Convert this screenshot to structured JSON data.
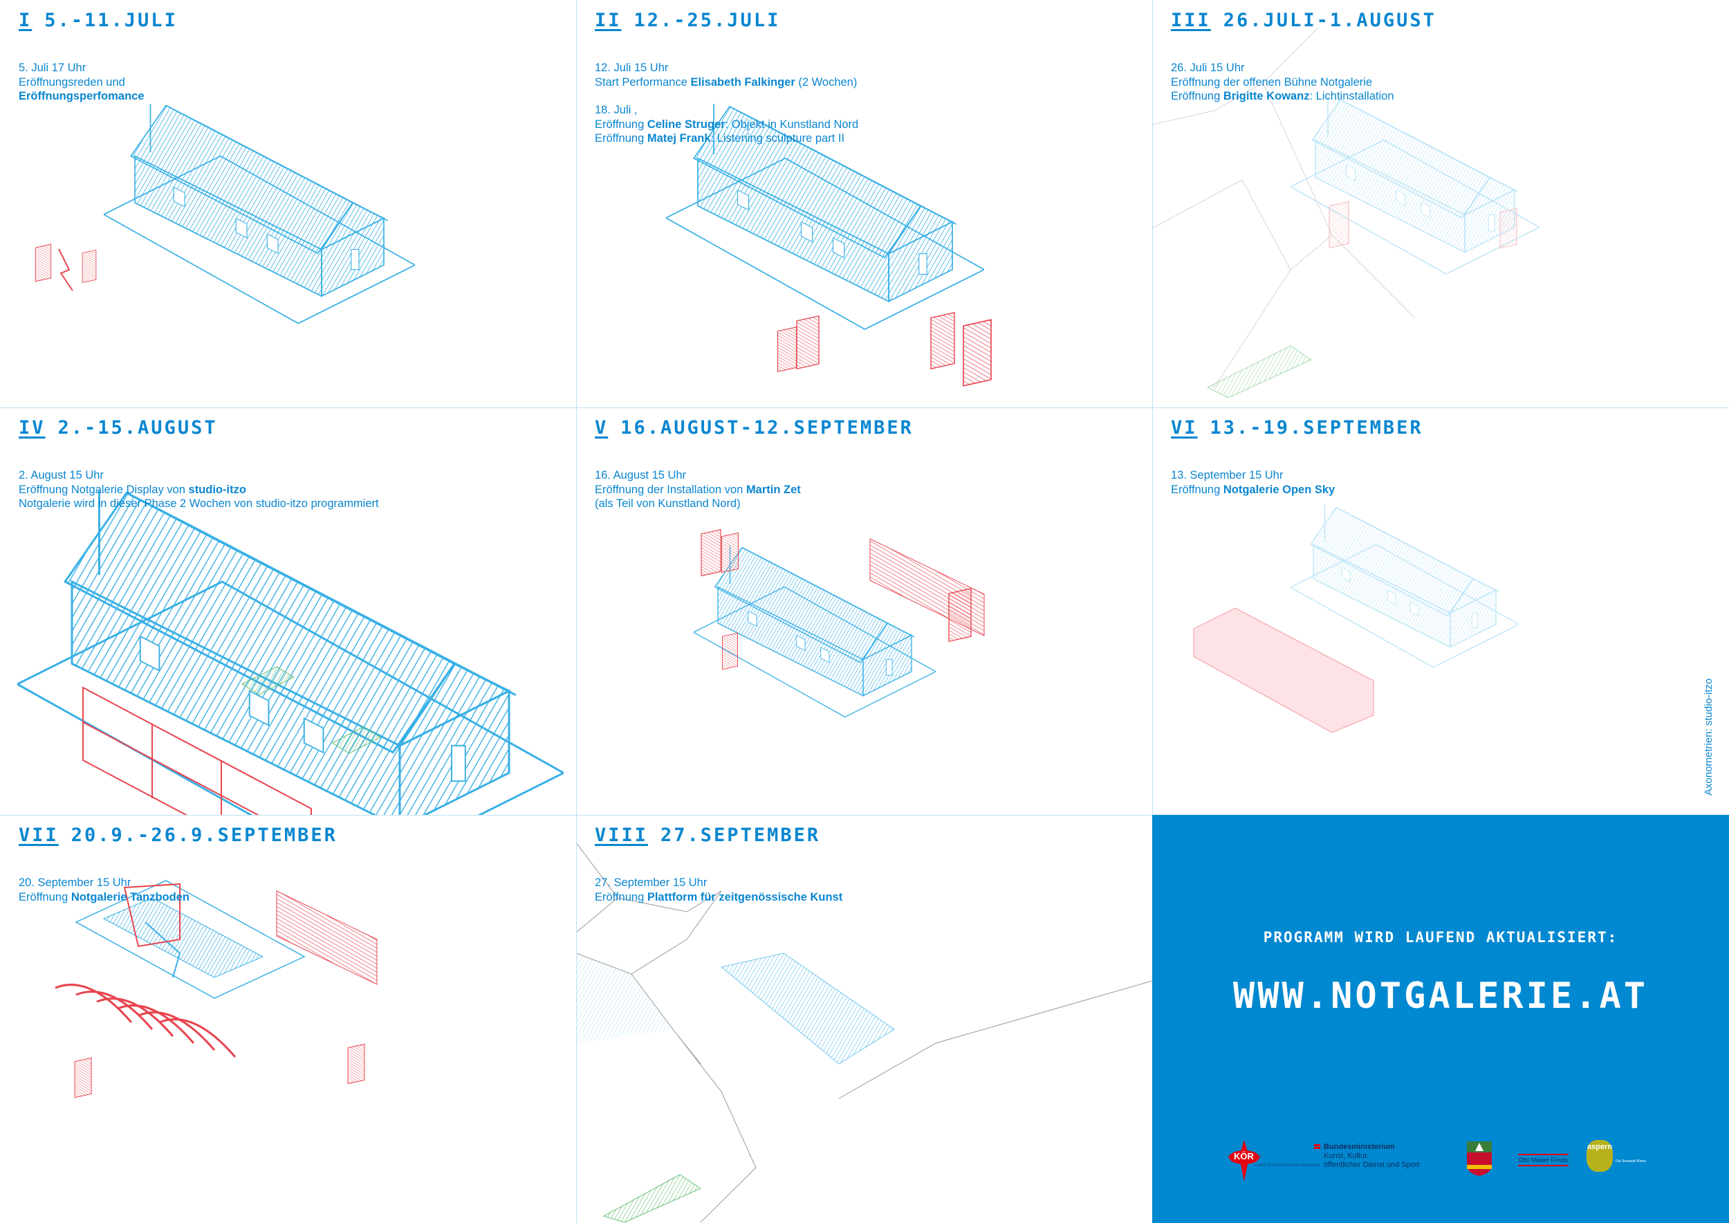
{
  "sections": [
    {
      "numeral": "I",
      "dates": "5.-11.JULI",
      "lines": [
        [
          {
            "t": "5. Juli 17 Uhr"
          }
        ],
        [
          {
            "t": "Eröffnungsreden und"
          }
        ],
        [
          {
            "t": "Eröffnungsperfomance",
            "b": true
          }
        ]
      ]
    },
    {
      "numeral": "II",
      "dates": "12.-25.JULI",
      "lines": [
        [
          {
            "t": "12. Juli 15 Uhr"
          }
        ],
        [
          {
            "t": "Start Performance "
          },
          {
            "t": "Elisabeth Falkinger",
            "b": true
          },
          {
            "t": " (2 Wochen)"
          }
        ],
        [],
        [
          {
            "t": "18. Juli ,"
          }
        ],
        [
          {
            "t": "Eröffnung "
          },
          {
            "t": "Celine Struger",
            "b": true
          },
          {
            "t": ": Objekt in Kunstland Nord"
          }
        ],
        [
          {
            "t": "Eröffnung "
          },
          {
            "t": "Matej Frank",
            "b": true
          },
          {
            "t": ": Listening sculpture part II"
          }
        ]
      ]
    },
    {
      "numeral": "III",
      "dates": "26.JULI-1.AUGUST",
      "lines": [
        [
          {
            "t": "26. Juli 15 Uhr"
          }
        ],
        [
          {
            "t": "Eröffnung der offenen Bühne Notgalerie"
          }
        ],
        [
          {
            "t": "Eröffnung "
          },
          {
            "t": "Brigitte Kowanz",
            "b": true
          },
          {
            "t": ": Lichtinstallation"
          }
        ]
      ]
    },
    {
      "numeral": "IV",
      "dates": "2.-15.AUGUST",
      "lines": [
        [
          {
            "t": "2. August 15 Uhr"
          }
        ],
        [
          {
            "t": "Eröffnung Notgalerie Display von "
          },
          {
            "t": "studio-itzo",
            "b": true
          }
        ],
        [
          {
            "t": "Notgalerie wird in dieser Phase 2 Wochen von studio-itzo programmiert"
          }
        ]
      ]
    },
    {
      "numeral": "V",
      "dates": "16.AUGUST-12.SEPTEMBER",
      "lines": [
        [
          {
            "t": "16. August 15 Uhr"
          }
        ],
        [
          {
            "t": "Eröffnung der Installation von "
          },
          {
            "t": "Martin Zet",
            "b": true
          }
        ],
        [
          {
            "t": "(als Teil von  Kunstland Nord)"
          }
        ]
      ]
    },
    {
      "numeral": "VI",
      "dates": "13.-19.SEPTEMBER",
      "lines": [
        [
          {
            "t": "13. September 15 Uhr"
          }
        ],
        [
          {
            "t": "Eröffnung "
          },
          {
            "t": "Notgalerie Open Sky",
            "b": true
          }
        ]
      ]
    },
    {
      "numeral": "VII",
      "dates": "20.9.-26.9.SEPTEMBER",
      "lines": [
        [
          {
            "t": "20. September 15 Uhr"
          }
        ],
        [
          {
            "t": "Eröffnung "
          },
          {
            "t": "Notgalerie Tanzboden",
            "b": true
          }
        ]
      ]
    },
    {
      "numeral": "VIII",
      "dates": "27.SEPTEMBER",
      "lines": [
        [
          {
            "t": "27. September 15 Uhr"
          }
        ],
        [
          {
            "t": "Eröffnung "
          },
          {
            "t": "Plattform für zeitgenössische Kunst",
            "b": true
          }
        ]
      ]
    }
  ],
  "panel": {
    "subtitle": "PROGRAMM WIRD LAUFEND AKTUALISIERT:",
    "url": "WWW.NOTGALERIE.AT",
    "logos": {
      "kor": "KÖR",
      "kor_sub": "KUNST IM ÖFFENTLICHEN RAUM WIEN",
      "ministry_1": "Bundesministerium",
      "ministry_2": "Kunst, Kultur,",
      "ministry_3": "öffentlicher Dienst und Sport",
      "otto": "Otto Mauer Fonds",
      "aspern": "aspern",
      "aspern_sub": "Die Seestadt Wiens"
    }
  },
  "credit": "Axonometrien: studio-itzo",
  "colors": {
    "accent": "#0a86d0",
    "panel": "#0088d1",
    "red": "#e8454f",
    "green": "#6cc07a",
    "grid": "#bfe0f3"
  }
}
